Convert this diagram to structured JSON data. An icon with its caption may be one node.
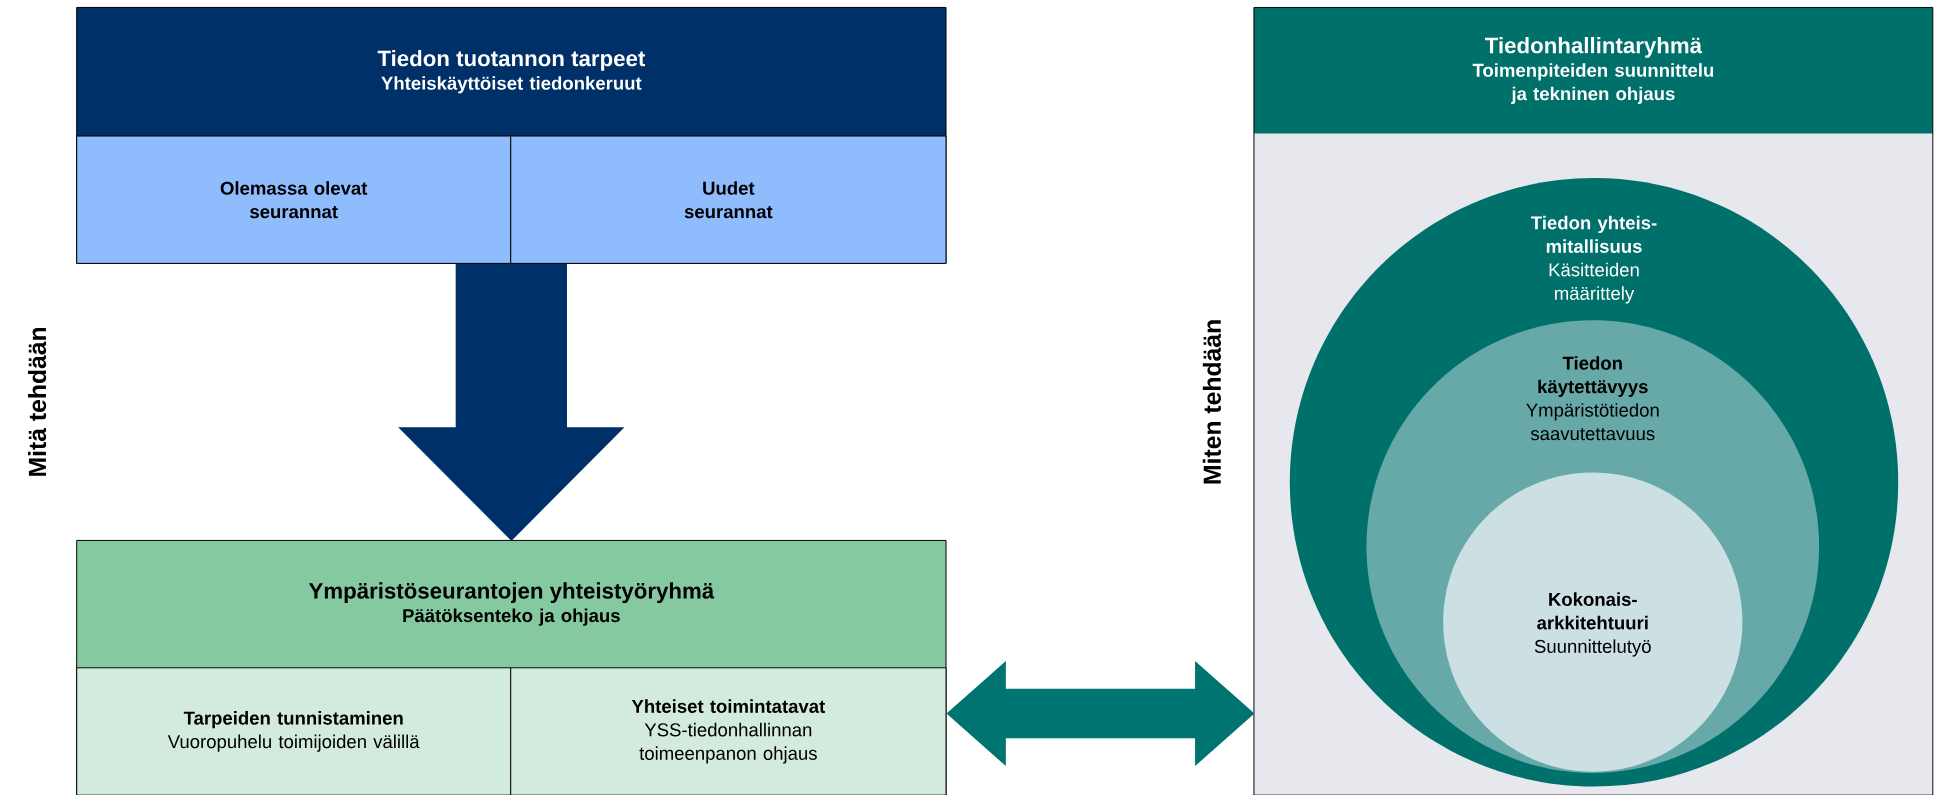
{
  "diagram": {
    "nodes": [
      {
        "text": [
          "Tiedon tuotannon tarpeet",
          "Yhteiskäyttöiset tiedonkeruut"
        ]
      },
      {
        "text": [
          "Olemassa olevat seurannat"
        ],
        "in": 0
      },
      {
        "text": [
          "Uudet seurannat"
        ],
        "in": 0
      },
      {
        "text": [
          "Ympäristöseurantojen yhteistyöryhmä",
          "Päätöksenteko ja ohjaus"
        ]
      },
      {
        "text": [
          "Tarpeiden tunnistaminen",
          "Vuoropuhelu toimijoiden välillä"
        ],
        "in": 3
      },
      {
        "text": [
          "Yhteiset toimintatavat",
          "YSS-tiedonhallinnan toimeenpanon ohjaus"
        ],
        "in": 3
      },
      {
        "text": [
          "Tiedonhallintaryhmä",
          "Toimenpiteiden suunnittelu ja tekninen ohjaus"
        ]
      },
      {
        "text": [
          "Tiedon yhteis- mitallisuus",
          "Käsitteiden määrittely"
        ],
        "in": 6
      },
      {
        "text": [
          "Tiedon käytettävyys",
          "Ympäristötiedon saavutettavuus"
        ],
        "in": 7
      },
      {
        "text": [
          "Kokonais- arkkitehtuuri",
          "Suunnittelutyö"
        ],
        "in": 8
      }
    ],
    "edges": [
      {
        "from": 0,
        "to": 3,
        "arrow": "to",
        "style": "thick",
        "color": "#003068"
      },
      {
        "from": 3,
        "to": 6,
        "arrow": "both",
        "style": "thick",
        "color": "#007470"
      }
    ],
    "labels": [
      "Mitä tehdään",
      "Miten tehdään"
    ]
  }
}
